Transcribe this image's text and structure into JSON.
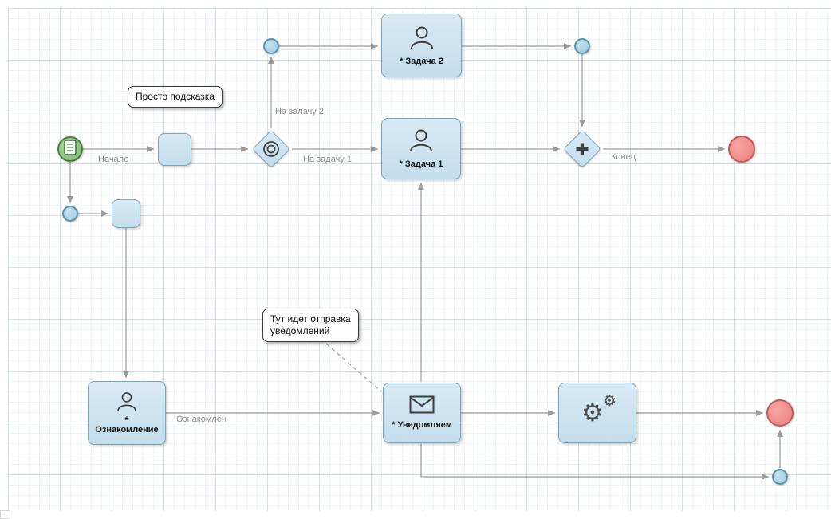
{
  "diagram": {
    "edge_labels": {
      "start": "Начало",
      "to_task2": "На залачу 2",
      "to_task1": "На задачу 1",
      "end": "Конец",
      "acknowledged": "Ознакомлен"
    },
    "nodes": {
      "task2_label": "* Задача 2",
      "task1_label": "* Задача 1",
      "oznakomlenie_star": "*",
      "oznakomlenie_label": "Ознакомление",
      "uvedomlyaem_label": "* Уведомляем"
    },
    "annotations": {
      "hint": "Просто подсказка",
      "notify_line1": "Тут идет отправка",
      "notify_line2": "уведомлений"
    },
    "icons": {
      "gear_glyph": "⚙"
    },
    "colors": {
      "task_fill": "#cfe4f1",
      "task_border": "#7fa4ba",
      "event_fill": "#a9d6ea",
      "event_border": "#5f93ad",
      "start_fill": "#8cc87e",
      "start_border": "#4a8142",
      "end_fill": "#f28c8a",
      "end_border": "#c05b59",
      "edge": "#9b9b9b"
    }
  }
}
